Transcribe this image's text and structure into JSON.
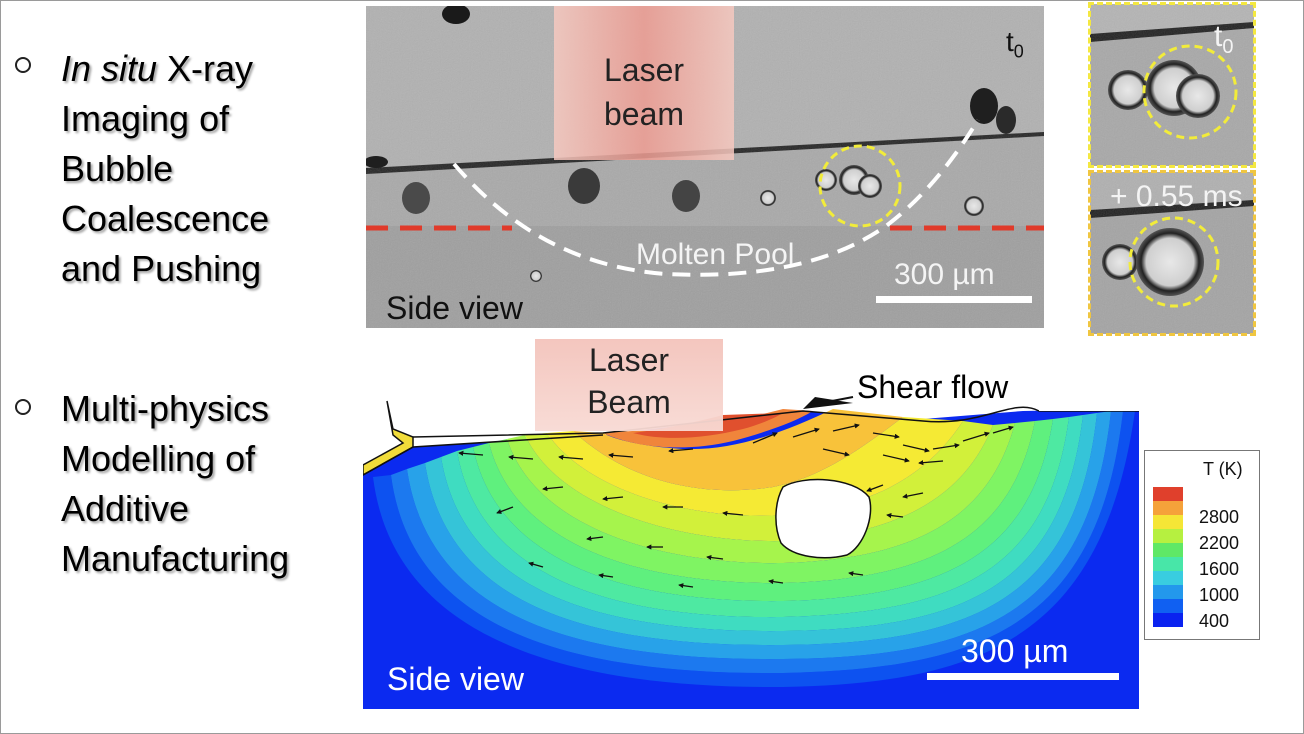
{
  "bullets": [
    {
      "marker": "o",
      "lines": [
        [
          "In situ",
          " X-ray"
        ],
        "Imaging of",
        "Bubble",
        "Coalescence",
        "and Pushing"
      ]
    },
    {
      "marker": "o",
      "lines": [
        "Multi-physics",
        "Modelling of",
        "Additive",
        "Manufacturing"
      ]
    }
  ],
  "xray": {
    "beam_label_line1": "Laser",
    "beam_label_line2": "beam",
    "time_label": "t",
    "time_sub": "0",
    "pool_label": "Molten Pool",
    "scale_label": "300 µm",
    "view_label": "Side view"
  },
  "insets": {
    "top_time": "t",
    "top_sub": "0",
    "bottom_time": "+ 0.55 ms"
  },
  "simulation": {
    "beam_label_line1": "Laser",
    "beam_label_line2": "Beam",
    "shear_label": "Shear flow",
    "scale_label": "300 µm",
    "view_label": "Side view"
  },
  "legend": {
    "title": "T (K)",
    "ticks": [
      "2800",
      "2200",
      "1600",
      "1000",
      "400"
    ]
  },
  "colors": {
    "dashed_red": "#e03a2a",
    "dashed_yellow": "#f2ec3a",
    "inset_orange": "#f0c640"
  }
}
